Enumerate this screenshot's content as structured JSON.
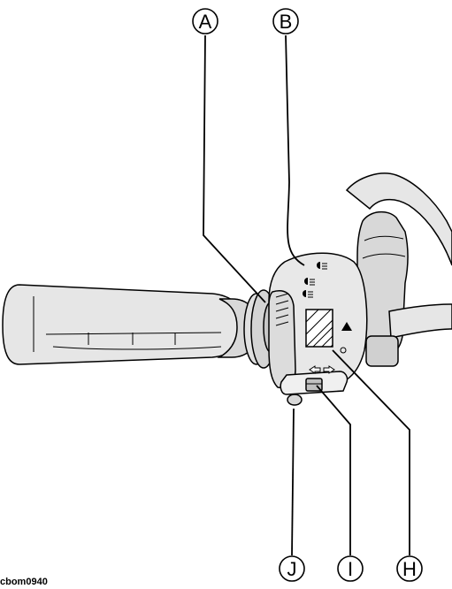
{
  "figure": {
    "callouts": [
      {
        "id": "A",
        "letter": "A"
      },
      {
        "id": "B",
        "letter": "B"
      },
      {
        "id": "H",
        "letter": "H"
      },
      {
        "id": "I",
        "letter": "I"
      },
      {
        "id": "J",
        "letter": "J"
      }
    ],
    "figure_code": "cbom0940"
  },
  "colors": {
    "line": "#000000",
    "fill_light": "#e6e6e6",
    "fill_mid": "#cfcfcf",
    "fill_dark": "#9a9a9a"
  }
}
